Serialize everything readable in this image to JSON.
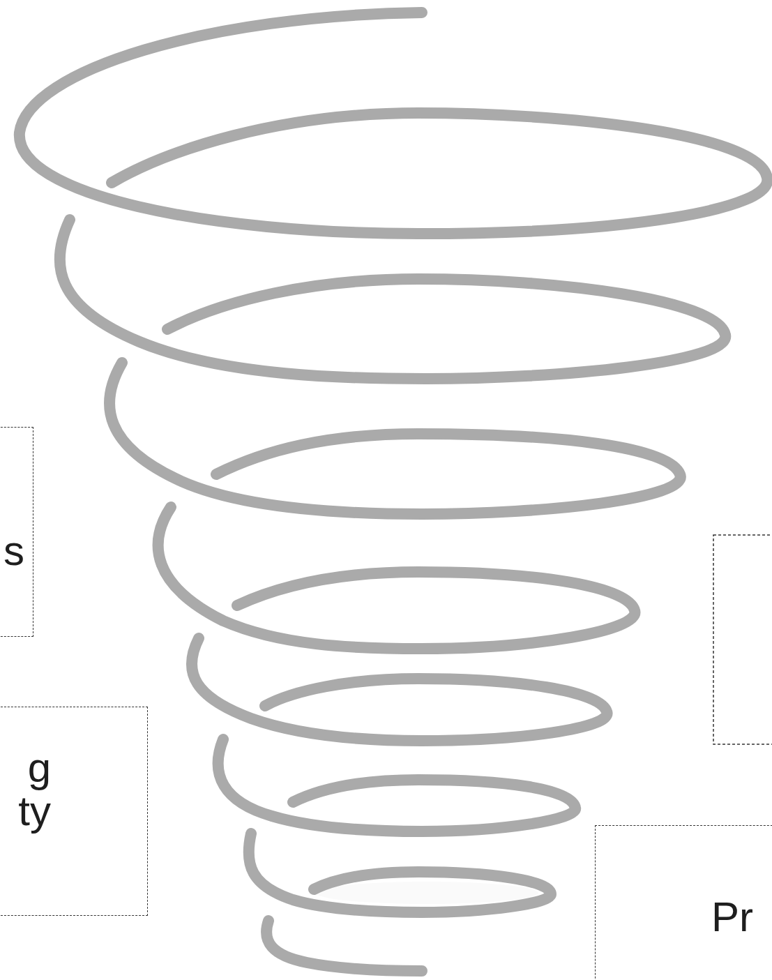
{
  "diagram": {
    "nodes": [
      {
        "text": [
          "s"
        ]
      },
      {
        "text": [
          "g ty"
        ]
      },
      {
        "text": [
          "Pr"
        ]
      }
    ]
  }
}
